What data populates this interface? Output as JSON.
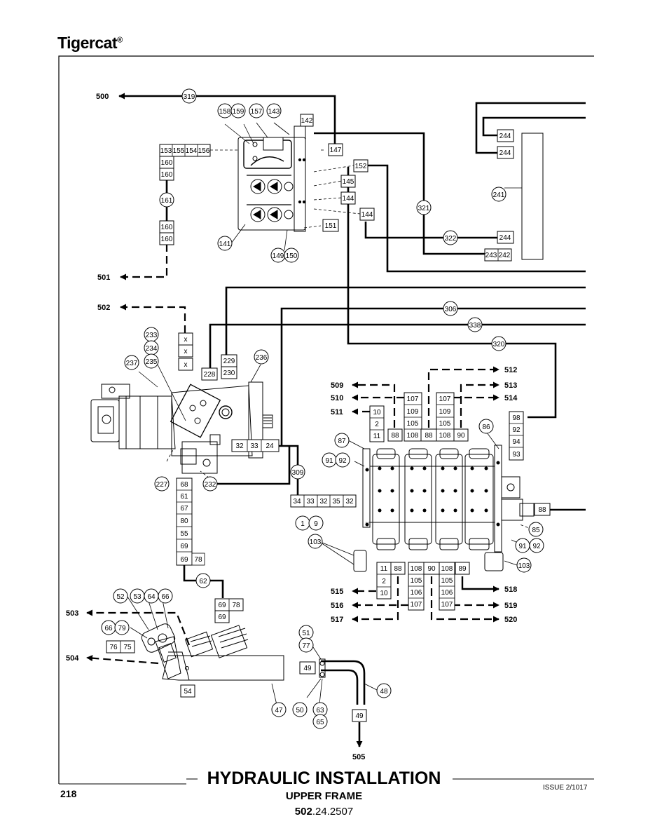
{
  "header": {
    "brand": "Tigercat",
    "brand_mark": "®"
  },
  "footer": {
    "page_number": "218",
    "title": "HYDRAULIC INSTALLATION",
    "subtitle": "UPPER FRAME",
    "doc_prefix": "502",
    "doc_suffix": ".24.2507",
    "issue": "ISSUE 2/1017"
  },
  "arrows": [
    "500",
    "501",
    "502",
    "503",
    "504",
    "505",
    "509",
    "510",
    "511",
    "512",
    "513",
    "514",
    "515",
    "516",
    "517",
    "518",
    "519",
    "520"
  ],
  "hose_callouts": [
    "319",
    "321",
    "322",
    "306",
    "338",
    "320",
    "309",
    "161",
    "62",
    "48"
  ],
  "part_callouts": [
    "158",
    "159",
    "157",
    "143",
    "141",
    "149",
    "150",
    "237",
    "233",
    "234",
    "235",
    "236",
    "227",
    "232",
    "87",
    "91",
    "92",
    "86",
    "85",
    "103",
    "1",
    "9",
    "52",
    "53",
    "64",
    "66",
    "79",
    "51",
    "77",
    "50",
    "63",
    "65",
    "47",
    "54",
    "241"
  ],
  "part_boxes": [
    "142",
    "147",
    "152",
    "145",
    "144",
    "151",
    "153",
    "155",
    "154",
    "156",
    "160",
    "244",
    "243",
    "242",
    "228",
    "229",
    "230",
    "x",
    "32",
    "33",
    "24",
    "34",
    "35",
    "68",
    "61",
    "67",
    "80",
    "55",
    "69",
    "78",
    "10",
    "2",
    "11",
    "88",
    "107",
    "109",
    "105",
    "108",
    "90",
    "89",
    "106",
    "98",
    "94",
    "93",
    "76",
    "75",
    "49"
  ]
}
